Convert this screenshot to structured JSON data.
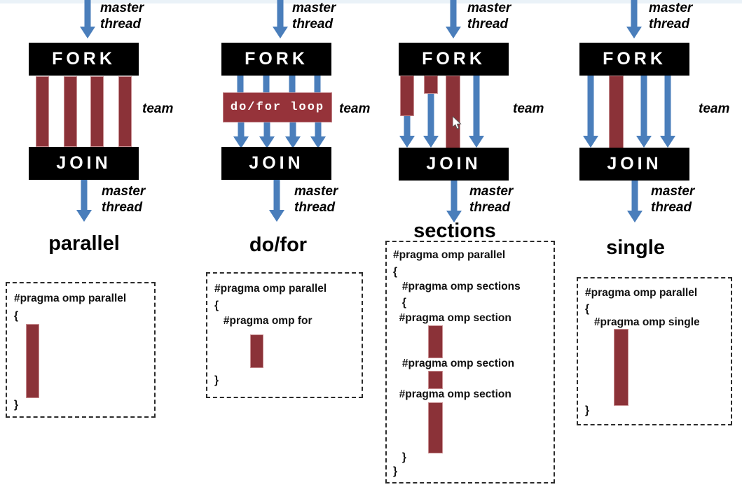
{
  "theme": {
    "red": "#8B3238",
    "loop_red": "#96333A",
    "blue": "#4A7EBB",
    "black": "#000000",
    "white": "#FFFFFF",
    "top_strip": "#EAF2F8"
  },
  "labels": {
    "fork": "FORK",
    "join": "JOIN",
    "master_thread": "master\nthread",
    "team": "team",
    "do_for_loop": "do/for loop"
  },
  "panels": [
    {
      "id": "parallel",
      "title": "parallel",
      "top_label": "master\nthread",
      "fork": "FORK",
      "join": "JOIN",
      "team_label": "team",
      "bottom_label": "master\nthread",
      "code_lines": [
        "#pragma omp parallel",
        "{",
        "}"
      ]
    },
    {
      "id": "do-for",
      "title": "do/for",
      "top_label": "master\nthread",
      "fork": "FORK",
      "join": "JOIN",
      "team_label": "team",
      "bottom_label": "master\nthread",
      "loop_box": "do/for loop",
      "code_lines": [
        "#pragma omp parallel",
        "{",
        "   #pragma omp for",
        "}"
      ]
    },
    {
      "id": "sections",
      "title": "sections",
      "top_label": "master\nthread",
      "fork": "FORK",
      "join": "JOIN",
      "team_label": "team",
      "bottom_label": "master\nthread",
      "code_lines": [
        "#pragma omp parallel",
        "{",
        "   #pragma omp sections",
        "   {",
        "  #pragma omp section",
        "   #pragma omp section",
        "  #pragma omp section",
        "   }",
        "}"
      ]
    },
    {
      "id": "single",
      "title": "single",
      "top_label": "master\nthread",
      "fork": "FORK",
      "join": "JOIN",
      "team_label": "team",
      "bottom_label": "master\nthread",
      "code_lines": [
        "#pragma omp parallel",
        "{",
        "   #pragma omp single",
        "}"
      ]
    }
  ]
}
